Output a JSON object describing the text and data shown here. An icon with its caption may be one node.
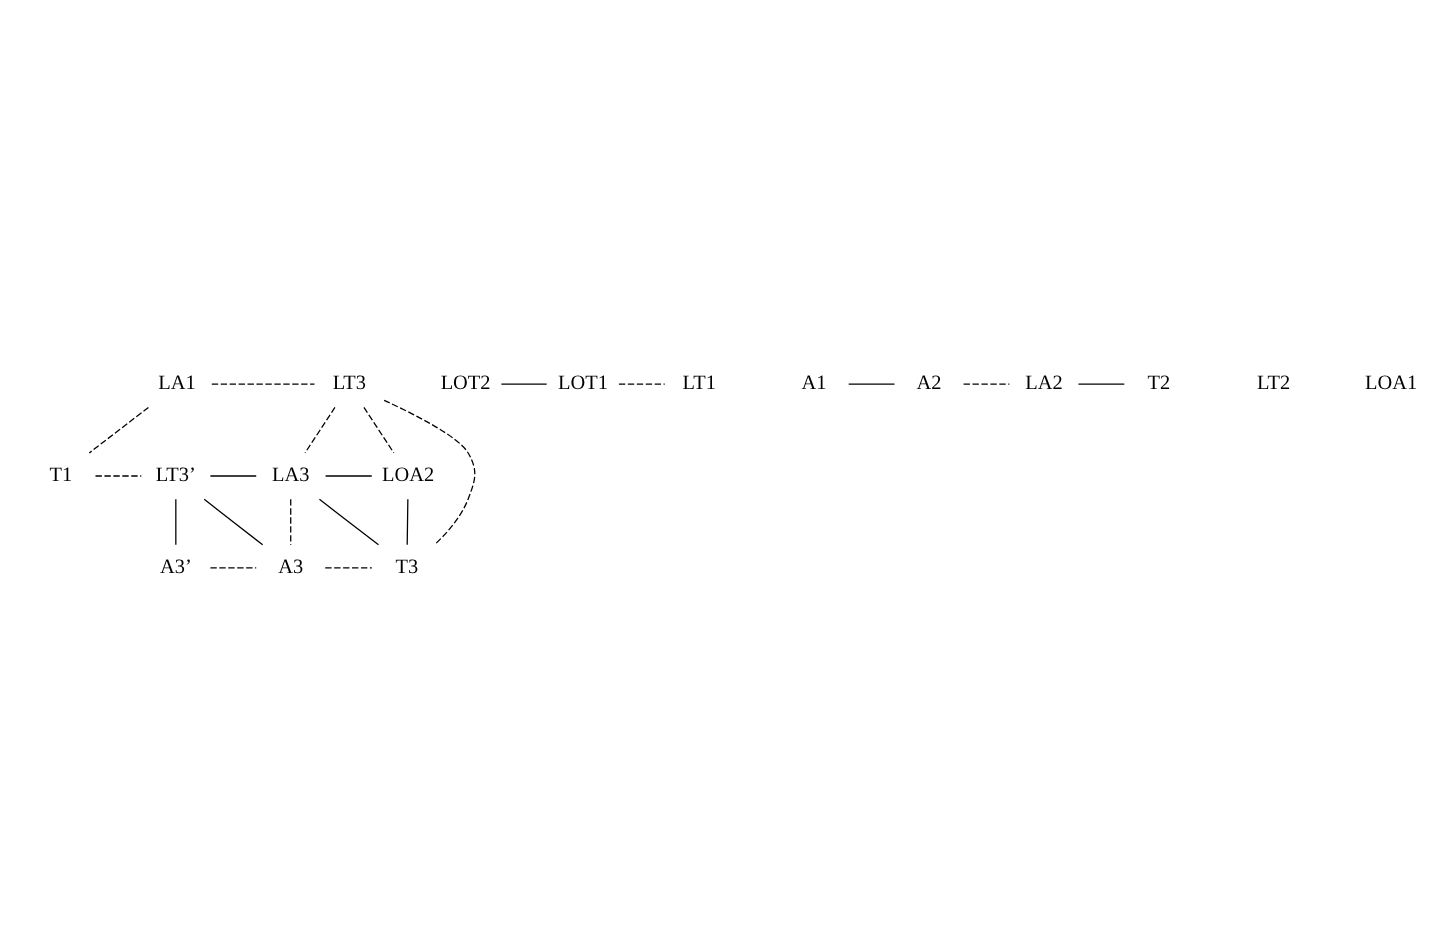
{
  "diagram": {
    "nodes": [
      {
        "text": [
          "LA1"
        ]
      },
      {
        "text": [
          "LT3"
        ]
      },
      {
        "text": [
          "T1"
        ]
      },
      {
        "text": [
          "LT3’"
        ]
      },
      {
        "text": [
          "LA3"
        ]
      },
      {
        "text": [
          "LOA2"
        ]
      },
      {
        "text": [
          "A3’"
        ]
      },
      {
        "text": [
          "A3"
        ]
      },
      {
        "text": [
          "T3"
        ]
      },
      {
        "text": [
          "LOT2"
        ]
      },
      {
        "text": [
          "LOT1"
        ]
      },
      {
        "text": [
          "LT1"
        ]
      },
      {
        "text": [
          "A1"
        ]
      },
      {
        "text": [
          "A2"
        ]
      },
      {
        "text": [
          "LA2"
        ]
      },
      {
        "text": [
          "T2"
        ]
      },
      {
        "text": [
          "LT2"
        ]
      },
      {
        "text": [
          "LOA1"
        ]
      }
    ],
    "edges": [
      {
        "from": 0,
        "to": 2,
        "arrow": "none",
        "style": "dashed"
      },
      {
        "from": 0,
        "to": 1,
        "arrow": "none",
        "style": "dashed"
      },
      {
        "from": 1,
        "to": 4,
        "arrow": "none",
        "style": "dashed"
      },
      {
        "from": 1,
        "to": 5,
        "arrow": "none",
        "style": "dashed"
      },
      {
        "from": 1,
        "to": 8,
        "arrow": "none",
        "style": "dashed"
      },
      {
        "from": 2,
        "to": 3,
        "arrow": "none",
        "style": "dashed"
      },
      {
        "from": 3,
        "to": 4,
        "arrow": "none"
      },
      {
        "from": 4,
        "to": 5,
        "arrow": "none"
      },
      {
        "from": 3,
        "to": 7,
        "arrow": "none"
      },
      {
        "from": 3,
        "to": 6,
        "arrow": "none"
      },
      {
        "from": 4,
        "to": 7,
        "arrow": "none",
        "style": "dashed"
      },
      {
        "from": 4,
        "to": 8,
        "arrow": "none"
      },
      {
        "from": 5,
        "to": 8,
        "arrow": "none"
      },
      {
        "from": 6,
        "to": 7,
        "arrow": "none",
        "style": "dashed"
      },
      {
        "from": 7,
        "to": 8,
        "arrow": "none",
        "style": "dashed"
      },
      {
        "from": 9,
        "to": 10,
        "arrow": "none"
      },
      {
        "from": 10,
        "to": 11,
        "arrow": "none",
        "style": "dashed"
      },
      {
        "from": 12,
        "to": 13,
        "arrow": "none"
      },
      {
        "from": 13,
        "to": 14,
        "arrow": "none",
        "style": "dashed"
      },
      {
        "from": 14,
        "to": 15,
        "arrow": "none"
      }
    ]
  }
}
